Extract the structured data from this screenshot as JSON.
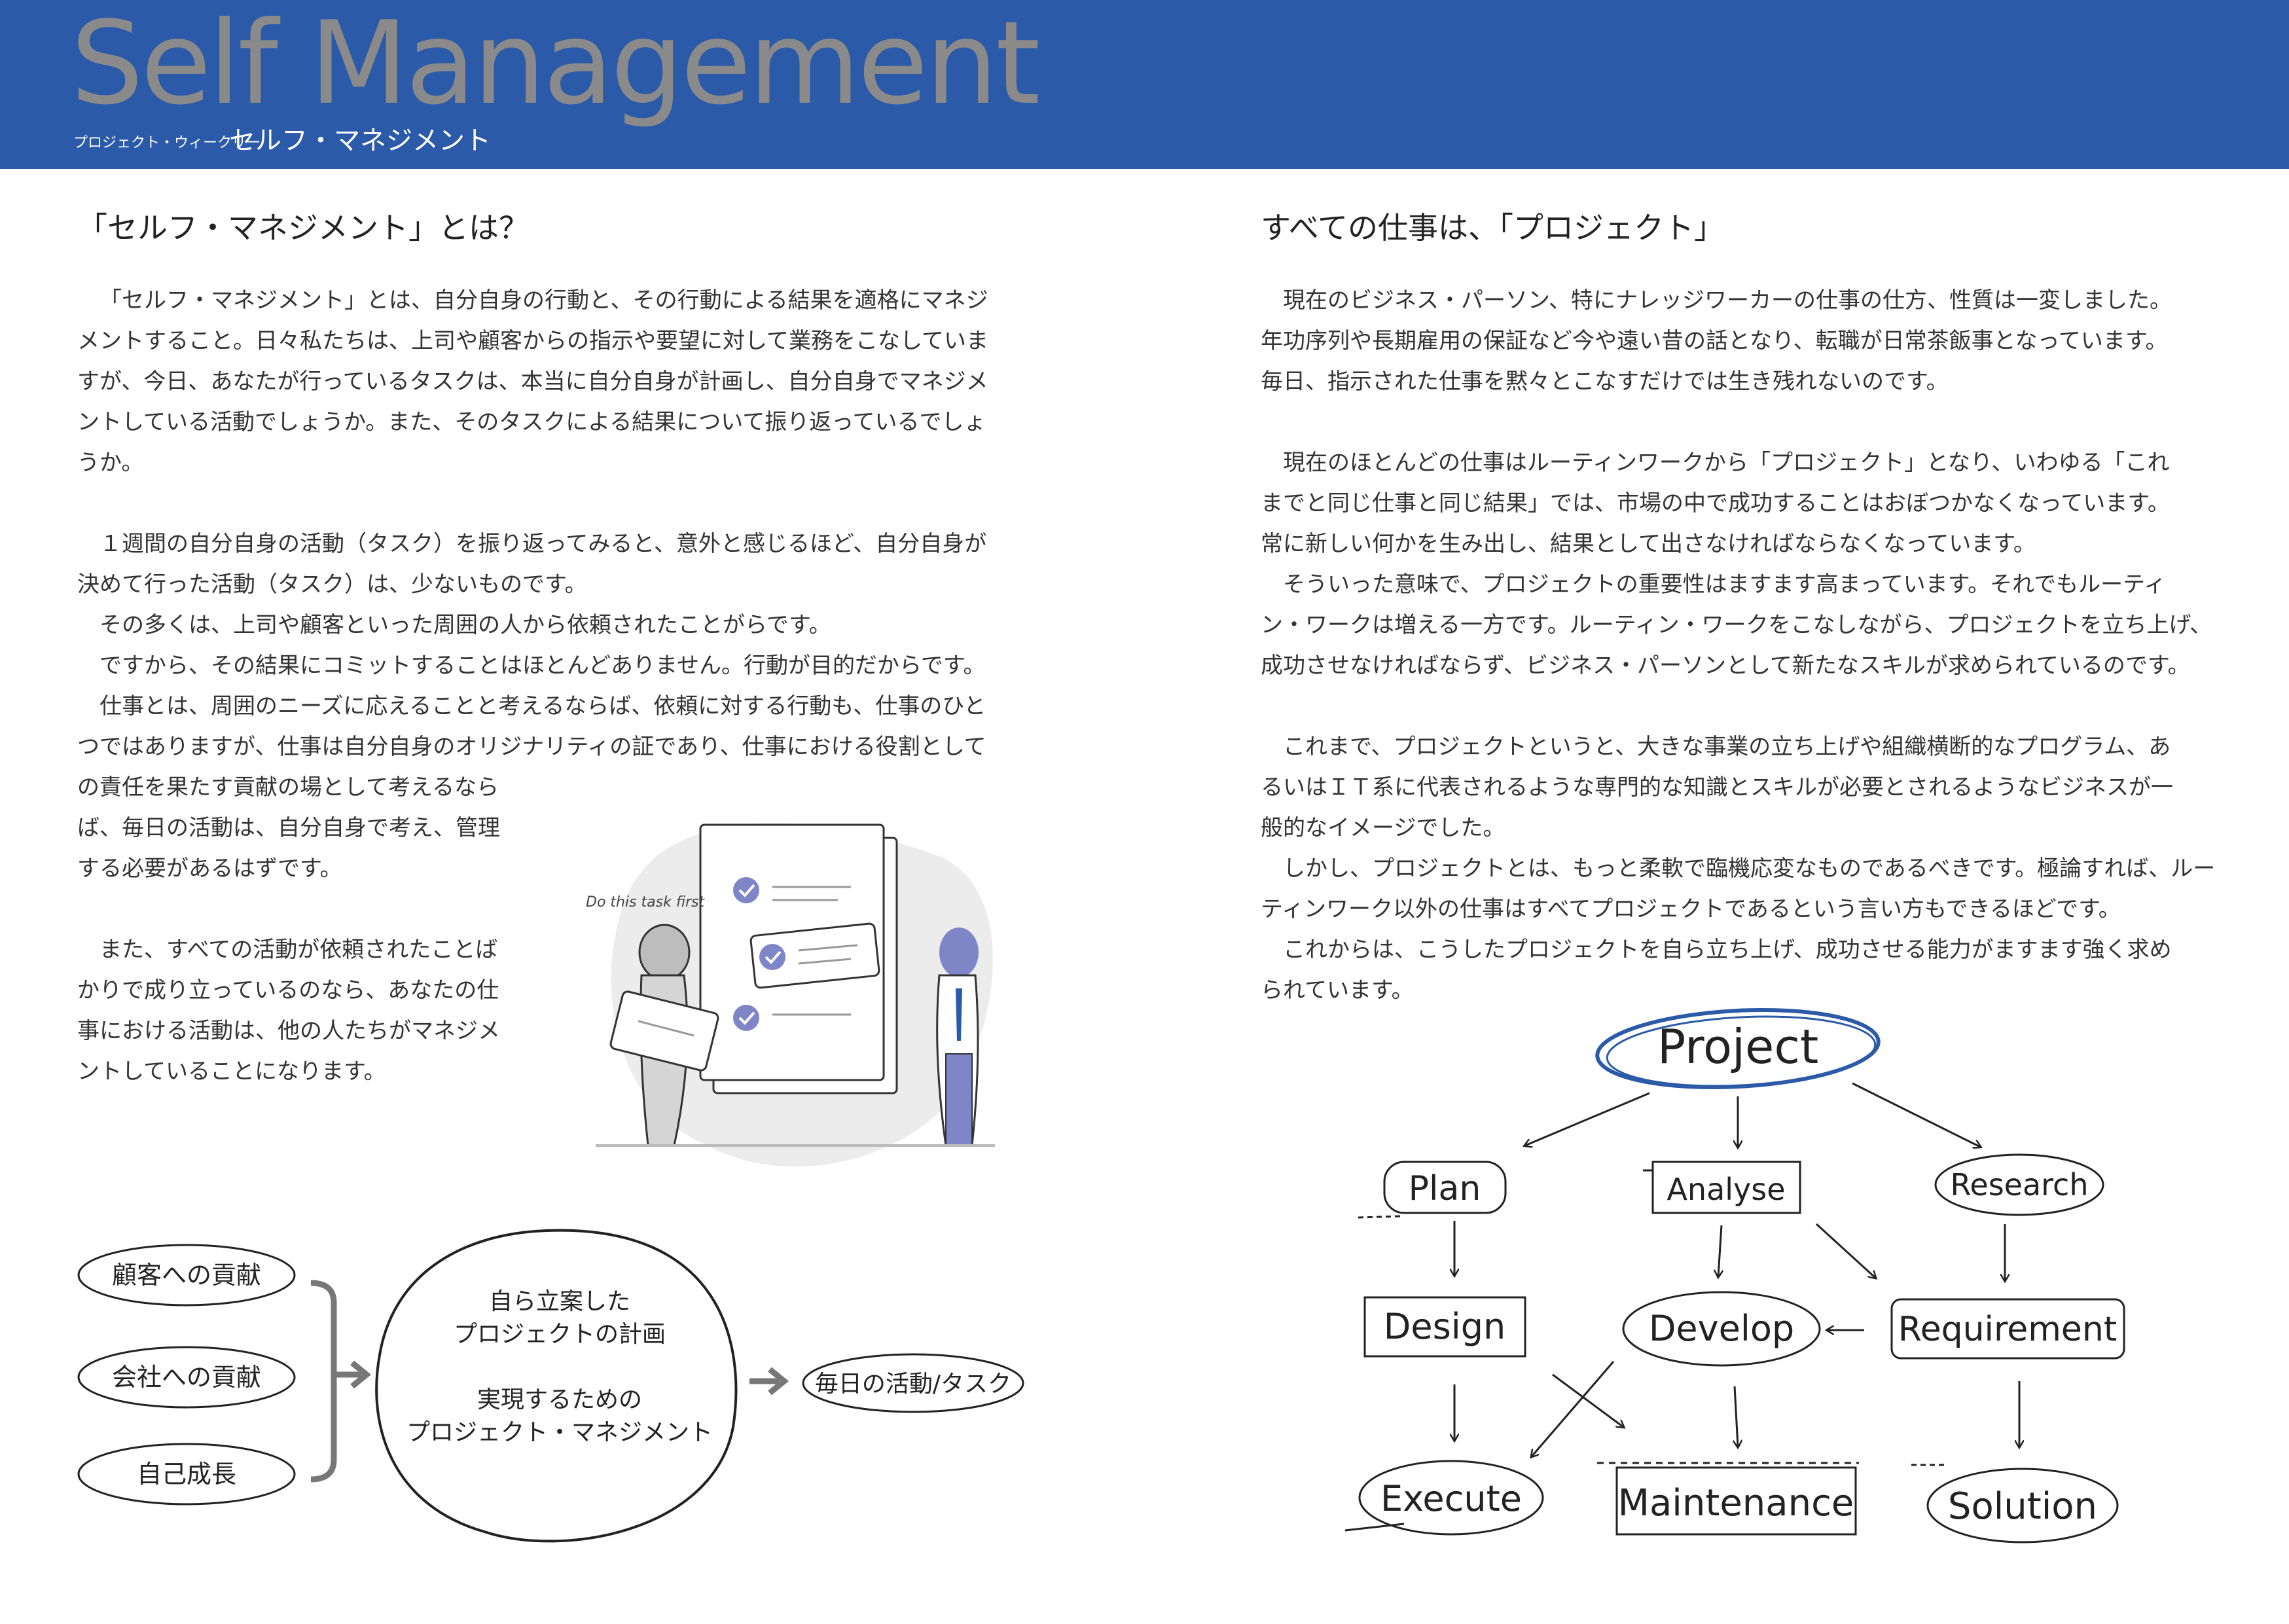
{
  "header": {
    "title": "Self Management",
    "subtitle_small": "プロジェクト・ウィークリー",
    "subtitle_large": "セルフ・マネジメント"
  },
  "left": {
    "heading": "「セルフ・マネジメント」とは？",
    "paragraphs": [
      "「セルフ・マネジメント」とは、自分自身の行動と、その行動による結果を適格にマネジ",
      "メントすること。日々私たちは、上司や顧客からの指示や要望に対して業務をこなしていま",
      "すが、今日、あなたが行っているタスクは、本当に自分自身が計画し、自分自身でマネジメ",
      "ントしている活動でしょうか。また、そのタスクによる結果について振り返っているでしょ",
      "うか。",
      "",
      "１週間の自分自身の活動（タスク）を振り返ってみると、意外と感じるほど、自分自身が",
      "決めて行った活動（タスク）は、少ないものです。",
      "その多くは、上司や顧客といった周囲の人から依頼されたことがらです。",
      "ですから、その結果にコミットすることはほとんどありません。行動が目的だからです。",
      "仕事とは、周囲のニーズに応えることと考えるならば、依頼に対する行動も、仕事のひと",
      "つではありますが、仕事は自分自身のオリジナリティの証であり、仕事における役割として",
      "の責任を果たす貢献の場として考えるなら",
      "ば、毎日の活動は、自分自身で考え、管理",
      "する必要があるはずです。",
      "",
      "また、すべての活動が依頼されたことば",
      "かりで成り立っているのなら、あなたの仕",
      "事における活動は、他の人たちがマネジメ",
      "ントしていることになります。"
    ],
    "illustration_label": "Do this task first",
    "diagram": {
      "left_items": [
        "顧客への貢献",
        "会社への貢献",
        "自己成長"
      ],
      "center_lines": [
        "自ら立案した",
        "プロジェクトの計画",
        "",
        "実現するための",
        "プロジェクト・マネジメント"
      ],
      "result": "毎日の活動/タスク"
    }
  },
  "right": {
    "heading": "すべての仕事は、「プロジェクト」",
    "paragraphs": [
      "現在のビジネス・パーソン、特にナレッジワーカーの仕事の仕方、性質は一変しました。",
      "年功序列や長期雇用の保証など今や遠い昔の話となり、転職が日常茶飯事となっています。",
      "毎日、指示された仕事を黙々とこなすだけでは生き残れないのです。",
      "",
      "現在のほとんどの仕事はルーティンワークから「プロジェクト」となり、いわゆる「これ",
      "までと同じ仕事と同じ結果」では、市場の中で成功することはおぼつかなくなっています。",
      "常に新しい何かを生み出し、結果として出さなければならなくなっています。",
      "そういった意味で、プロジェクトの重要性はますます高まっています。それでもルーティ",
      "ン・ワークは増える一方です。ルーティン・ワークをこなしながら、プロジェクトを立ち上げ、",
      "成功させなければならず、ビジネス・パーソンとして新たなスキルが求められているのです。",
      "",
      "これまで、プロジェクトというと、大きな事業の立ち上げや組織横断的なプログラム、あ",
      "るいはＩＴ系に代表されるような専門的な知識とスキルが必要とされるようなビジネスが一",
      "般的なイメージでした。",
      "しかし、プロジェクトとは、もっと柔軟で臨機応変なものであるべきです。極論すれば、ルー",
      "ティンワーク以外の仕事はすべてプロジェクトであるという言い方もできるほどです。",
      "これからは、こうしたプロジェクトを自ら立ち上げ、成功させる能力がますます強く求め",
      "られています。"
    ],
    "flow": {
      "project": "Project",
      "plan": "Plan",
      "analyse": "Analyse",
      "research": "Research",
      "design": "Design",
      "develop": "Develop",
      "requirement": "Requirement",
      "execute": "Execute",
      "maintenance": "Maintenance",
      "solution": "Solution"
    }
  },
  "colors": {
    "header_bg": "#2b5aa8",
    "title_gray": "#8a8a8a",
    "accent_blue": "#2b5aa8",
    "illustration_blue": "#7f86c8"
  }
}
